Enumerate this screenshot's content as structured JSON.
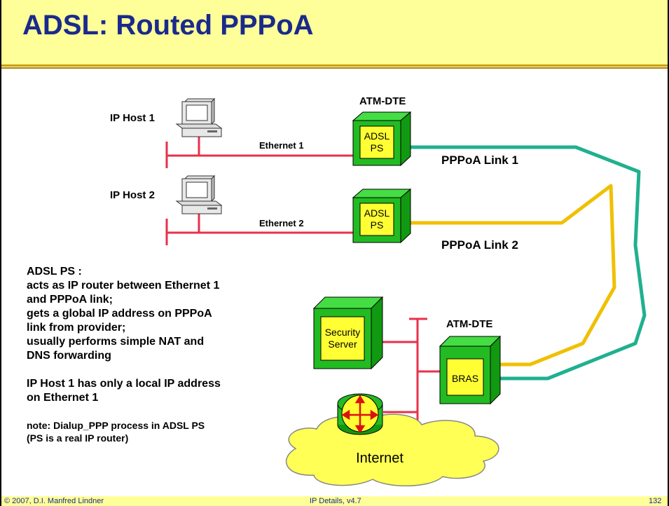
{
  "slide": {
    "title": "ADSL: Routed PPPoA"
  },
  "diagram": {
    "host1_label": "IP Host 1",
    "host2_label": "IP Host 2",
    "ethernet1_label": "Ethernet 1",
    "ethernet2_label": "Ethernet 2",
    "atm_dte_top_label": "ATM-DTE",
    "atm_dte_bras_label": "ATM-DTE",
    "ps1_line1": "ADSL",
    "ps1_line2": "PS",
    "ps2_line1": "ADSL",
    "ps2_line2": "PS",
    "pppoa_link1_label": "PPPoA Link 1",
    "pppoa_link2_label": "PPPoA Link 2",
    "security_line1": "Security",
    "security_line2": "Server",
    "bras_label": "BRAS",
    "internet_label": "Internet"
  },
  "notes": {
    "lines1": [
      "ADSL PS :",
      "acts as IP router between Ethernet 1",
      "and PPPoA link;",
      "gets a global IP address on PPPoA",
      "link from provider;",
      "usually performs simple NAT and",
      "DNS forwarding"
    ],
    "lines2": [
      "IP Host 1 has only a local IP address",
      "on  Ethernet 1"
    ],
    "lines3": [
      "note: Dialup_PPP process in ADSL PS",
      "(PS is a real IP router)"
    ]
  },
  "footer": {
    "copyright": "© 2007, D.I. Manfred Lindner",
    "center": "IP Details, v4.7",
    "page": "132"
  },
  "colors": {
    "title_bg": "#ffff99",
    "title_text": "#1a2a8c",
    "ethernet_red": "#e8304a",
    "link1_teal": "#20b090",
    "link2_yellow": "#f0c000",
    "device_green": "#22bb22",
    "device_face": "#ffff33",
    "internet_cloud": "#ffff55"
  }
}
